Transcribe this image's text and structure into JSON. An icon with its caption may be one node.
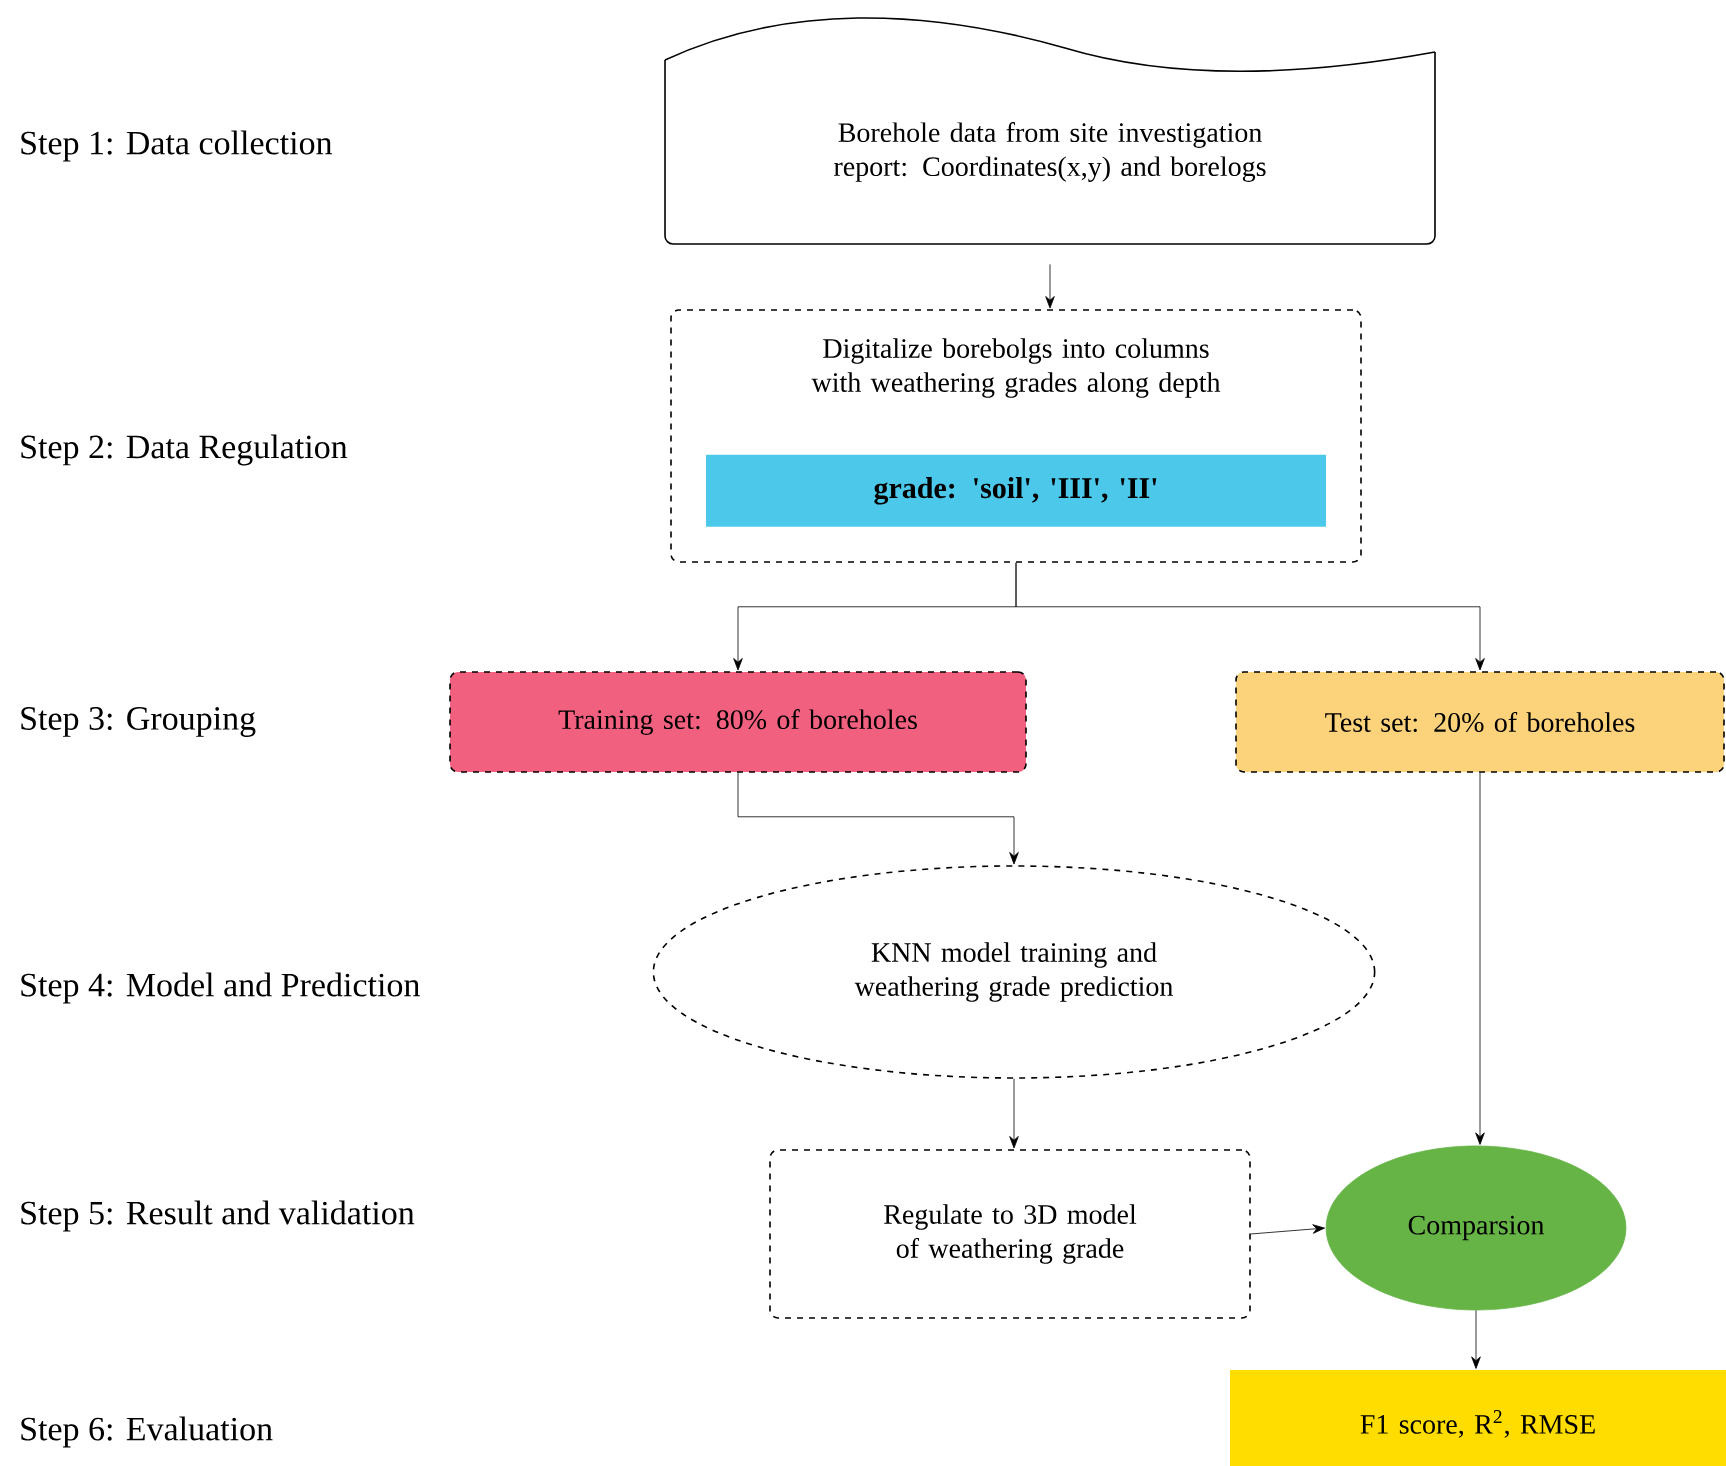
{
  "diagram": {
    "nodes": [
      {
        "text": [
          "Borehole data from site investigation report: Coordinates(x,y) and borelogs"
        ]
      },
      {
        "text": [
          "Digitalize borebolgs into columns with weathering grades along depth"
        ]
      },
      {
        "text": [
          "grade: 'soil', 'III', 'II'"
        ],
        "in": 1
      },
      {
        "text": [
          "Training set: 80% of  boreholes"
        ]
      },
      {
        "text": [
          "Test set: 20% of  boreholes"
        ]
      },
      {
        "text": [
          "KNN model training and weathering grade prediction"
        ]
      },
      {
        "text": [
          "Regulate to 3D model of weathering grade"
        ]
      },
      {
        "text": [
          "Comparsion"
        ]
      },
      {
        "text": [
          "F1 score, R$^{2}$, RMSE"
        ]
      }
    ],
    "edges": [
      {
        "from": 0,
        "to": 1,
        "arrow": "to"
      },
      {
        "from": 1,
        "to": 3,
        "arrow": "to"
      },
      {
        "from": 1,
        "to": 4,
        "arrow": "to"
      },
      {
        "from": 3,
        "to": 5,
        "arrow": "to"
      },
      {
        "from": 5,
        "to": 6,
        "arrow": "to"
      },
      {
        "from": 4,
        "to": 7,
        "arrow": "to"
      },
      {
        "from": 6,
        "to": 7,
        "arrow": "to"
      },
      {
        "from": 7,
        "to": 8,
        "arrow": "to"
      }
    ],
    "labels": [
      "Step 1: Data collection",
      "Step 2: Data Regulation",
      "Step 3: Grouping",
      "Step 4: Model and Prediction",
      "Step 5: Result and validation",
      "Step 6:  Evaluation"
    ]
  }
}
